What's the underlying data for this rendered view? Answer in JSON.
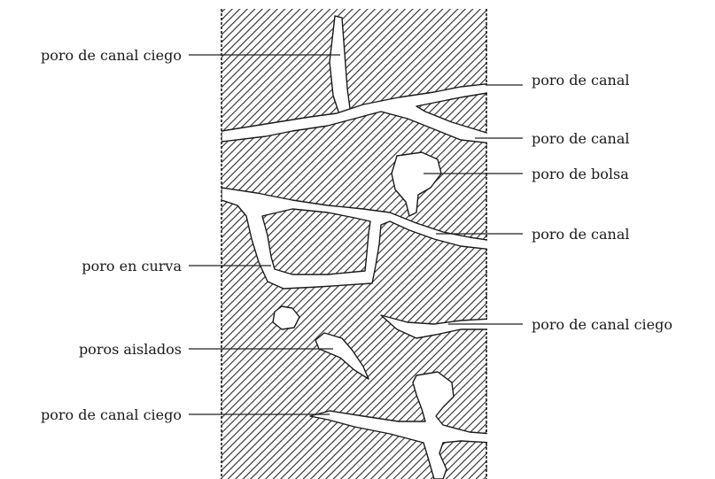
{
  "labels": {
    "left": {
      "blind_top": "poro de canal ciego",
      "curve": "poro en curva",
      "isolated": "poros aislados",
      "blind_bottom": "poro de canal ciego"
    },
    "right": {
      "channel_1": "poro de canal",
      "channel_2": "poro de canal",
      "pocket": "poro de bolsa",
      "channel_3": "poro de canal",
      "blind": "poro de canal ciego"
    }
  },
  "colors": {
    "ink": "#1a1a1a",
    "hatch": "#2a2a2a",
    "background": "#ffffff"
  }
}
